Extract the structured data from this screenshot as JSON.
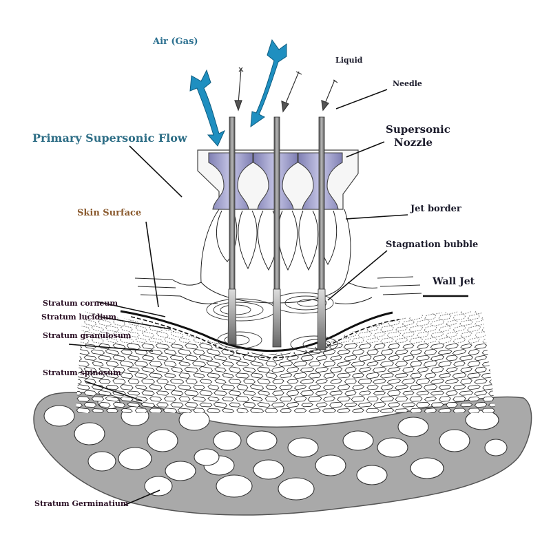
{
  "diagram": {
    "labels": {
      "air_gas": "Air (Gas)",
      "liquid": "Liquid",
      "needle": "Needle",
      "primary_flow": "Primary Supersonic Flow",
      "nozzle_line1": "Supersonic",
      "nozzle_line2": "Nozzle",
      "skin_surface": "Skin Surface",
      "jet_border": "Jet border",
      "stagnation_bubble": "Stagnation bubble",
      "wall_jet": "Wall Jet",
      "stratum_corneum": "Stratum corneum",
      "stratum_lucidium": "Stratum lucidium",
      "stratum_granulosum": "Stratum granulosum",
      "stratum_spinosum": "Stratum spinosum",
      "stratum_germinatium": "Stratum Germinatium"
    },
    "colors": {
      "gas_arrow": "#1f8fc0",
      "primary_flow_text": "#2e6e86",
      "air_gas_text": "#2a6f8f",
      "skin_surface_text": "#8a5a2e",
      "nozzle_fill": "#9c9ccc",
      "needle_fill": "#777777",
      "basal_layer": "#a9a9a9",
      "cell_fill": "#ffffff"
    },
    "nozzle_count": 3,
    "icons": [
      "gas-arrow-icon",
      "liquid-arrow-icon"
    ]
  }
}
